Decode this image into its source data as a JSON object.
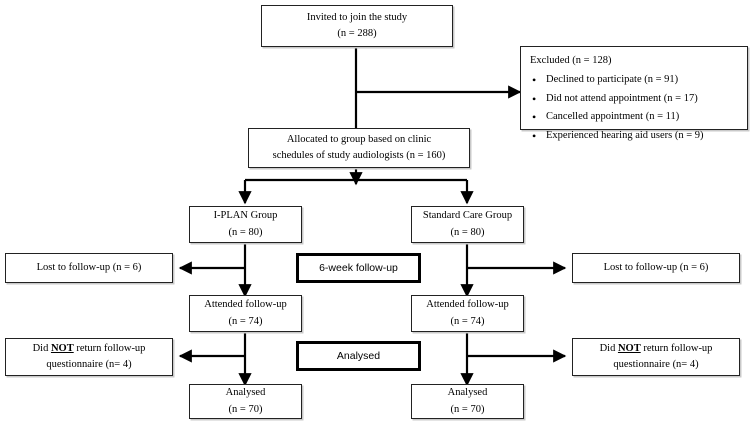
{
  "diagram": {
    "title": "CONSORT participant flow diagram",
    "stroke_color": "#000000",
    "box_border_color": "#222222",
    "background": "#ffffff"
  },
  "nodes": {
    "invited": {
      "line1": "Invited to join the study",
      "line2": "(n = 288)"
    },
    "excluded": {
      "heading": "Excluded (n = 128)",
      "items": [
        "Declined to participate (n = 91)",
        "Did not attend appointment (n = 17)",
        "Cancelled appointment (n = 11)",
        "Experienced hearing aid users (n = 9)"
      ]
    },
    "allocated": {
      "line1": "Allocated to group based on clinic",
      "line2": "schedules of study audiologists (n = 160)"
    },
    "iplan_group": {
      "line1": "I-PLAN Group",
      "line2": "(n = 80)"
    },
    "standard_group": {
      "line1": "Standard Care Group",
      "line2": "(n = 80)"
    },
    "lost_left": {
      "line1": "Lost to follow-up (n = 6)"
    },
    "lost_right": {
      "line1": "Lost to follow-up (n = 6)"
    },
    "six_week": {
      "line1": "6-week follow-up"
    },
    "attended_left": {
      "line1": "Attended follow-up",
      "line2": "(n = 74)"
    },
    "attended_right": {
      "line1": "Attended follow-up",
      "line2": "(n = 74)"
    },
    "noreturn_left": {
      "prefix": "Did ",
      "emphasis": "NOT",
      "suffix": " return follow-up",
      "line2": "questionnaire (n= 4)"
    },
    "noreturn_right": {
      "prefix": "Did ",
      "emphasis": "NOT",
      "suffix": " return follow-up",
      "line2": "questionnaire (n= 4)"
    },
    "analysed_mid": {
      "line1": "Analysed"
    },
    "analysed_left": {
      "line1": "Analysed",
      "line2": "(n = 70)"
    },
    "analysed_right": {
      "line1": "Analysed",
      "line2": "(n = 70)"
    }
  }
}
